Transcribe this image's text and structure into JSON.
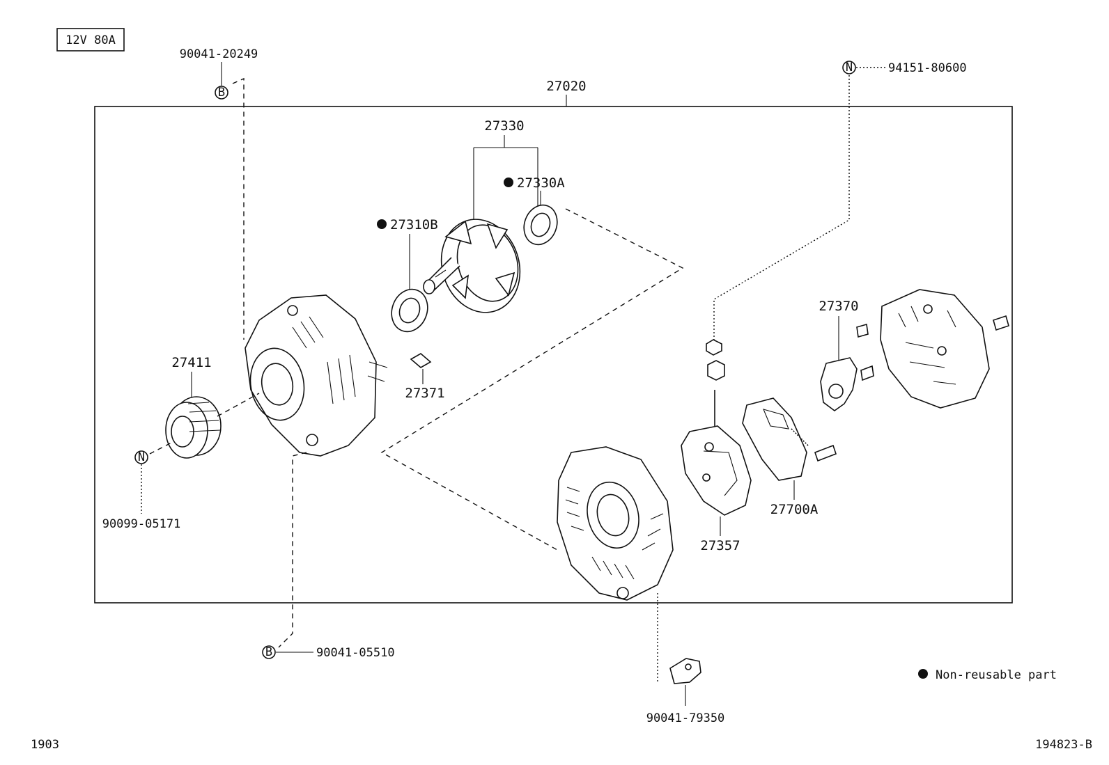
{
  "header": {
    "spec": "12V 80A"
  },
  "callouts": {
    "assembly": "27020",
    "rotor": "27330",
    "rotor_bearing_rear": "27330A",
    "rotor_bearing_front": "27310B",
    "spacer": "27371",
    "pulley": "27411",
    "pulley_nut": "90099-05171",
    "bolt_top": "90041-20249",
    "nut_top_right": "94151-80600",
    "holder": "27370",
    "rectifier": "27357",
    "regulator": "27700A",
    "bolt_bottom": "90041-05510",
    "terminal_bottom": "90041-79350"
  },
  "symbols": {
    "bolt": "B",
    "nut": "N"
  },
  "legend": {
    "marker": "●",
    "text": "Non-reusable part"
  },
  "footer": {
    "left": "1903",
    "right": "194823-B"
  }
}
